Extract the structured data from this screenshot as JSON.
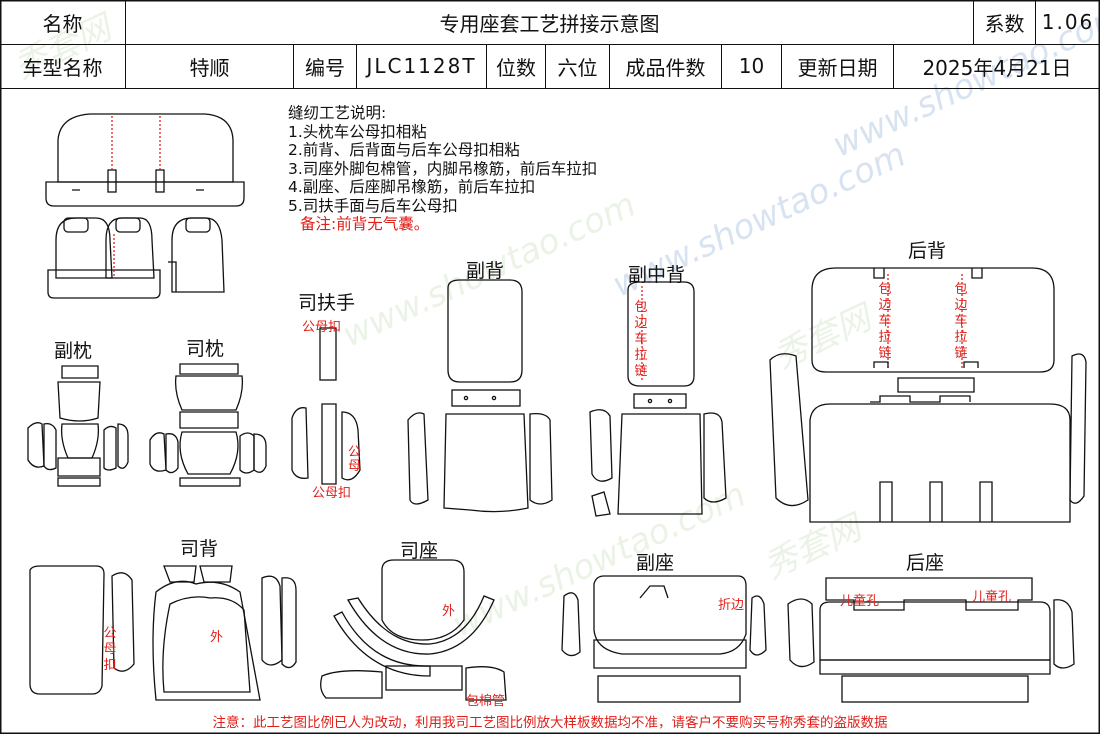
{
  "header": {
    "name_label": "名称",
    "title": "专用座套工艺拼接示意图",
    "coef_label": "系数",
    "coef_value": "1.06",
    "model_label": "车型名称",
    "model_value": "特顺",
    "code_label": "编号",
    "code_value": "JLC1128T",
    "seats_label": "位数",
    "seats_value": "六位",
    "pieces_label": "成品件数",
    "pieces_value": "10",
    "updated_label": "更新日期",
    "updated_value": "2025年4月21日"
  },
  "notes": {
    "title": "缝纫工艺说明:",
    "items": [
      "1.头枕车公母扣相粘",
      "2.前背、后背面与后车公母扣相粘",
      "3.司座外脚包棉管，内脚吊橡筋，前后车拉扣",
      "4.副座、后座脚吊橡筋，前后车拉扣",
      "5.司扶手面与后车公母扣"
    ],
    "remark": "备注:前背无气囊。"
  },
  "labels": {
    "fu_zhen": "副枕",
    "si_zhen": "司枕",
    "si_fushou": "司扶手",
    "fu_bei": "副背",
    "fu_zhong_bei": "副中背",
    "hou_bei": "后背",
    "si_bei": "司背",
    "si_zuo": "司座",
    "fu_zuo": "副座",
    "hou_zuo": "后座"
  },
  "annotations": {
    "gongmukou": "公母扣",
    "gong_mu": "公母",
    "gongmukou_vertical": "公母扣",
    "wai": "外",
    "baomianguan": "包棉管",
    "zhebian": "折边",
    "ertongkong": "儿童孔",
    "baobian_lalian": "包边车拉链"
  },
  "watermark": {
    "url": "www.showtao.com",
    "brand": "秀套网"
  },
  "footer": "注意：此工艺图比例已人为改动，利用我司工艺图比例放大样板数据均不准，请客户不要购买号称秀套的盗版数据",
  "colors": {
    "line": "#111111",
    "red": "#e0201a",
    "watermark_green": "#d9ead0",
    "watermark_blue": "#b9cde6"
  }
}
